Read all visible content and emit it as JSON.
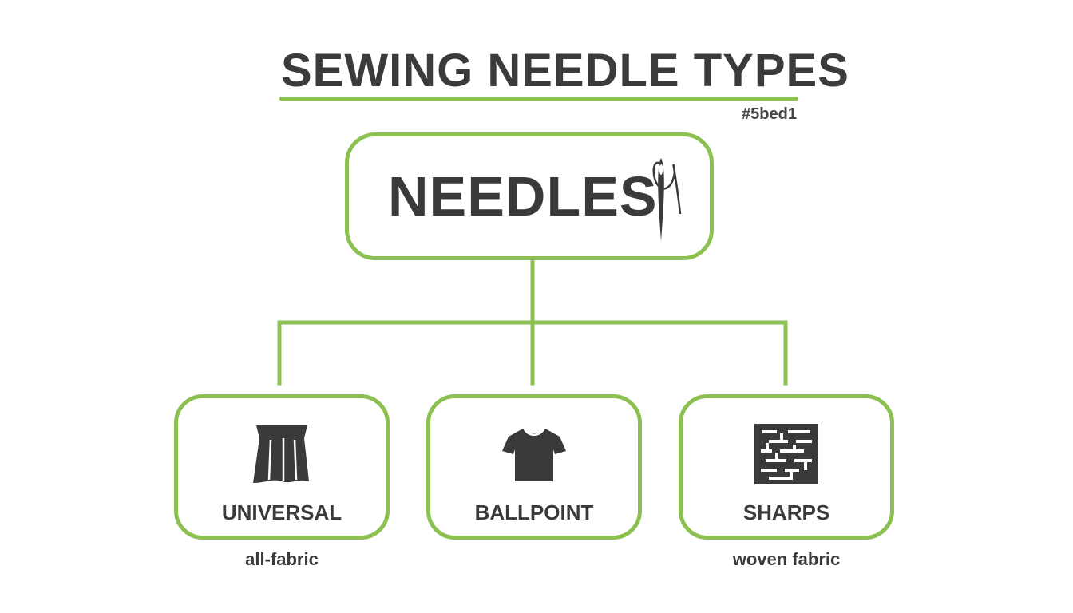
{
  "title": "SEWING NEEDLE TYPES",
  "tag": "#5bed1",
  "root": {
    "label": "NEEDLES",
    "icon": "needle-thread-icon"
  },
  "children": [
    {
      "label": "UNIVERSAL",
      "icon": "fabric-drape-icon",
      "sublabel": "all-fabric"
    },
    {
      "label": "BALLPOINT",
      "icon": "tshirt-icon",
      "sublabel": ""
    },
    {
      "label": "SHARPS",
      "icon": "woven-fabric-icon",
      "sublabel": "woven fabric"
    }
  ],
  "colors": {
    "accent": "#8cc152",
    "text": "#3a3a3a",
    "background": "#ffffff"
  }
}
